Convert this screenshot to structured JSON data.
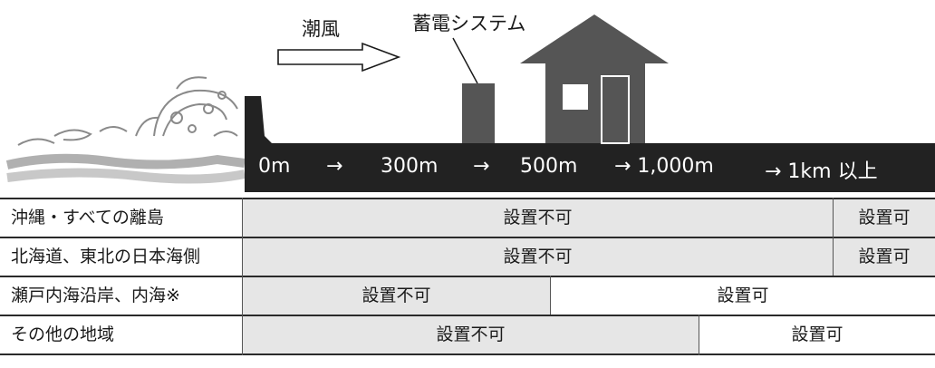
{
  "scene": {
    "wind_label": "潮風",
    "battery_label": "蓄電システム",
    "distance_ticks": [
      "0m",
      "→",
      "300m",
      "→",
      "500m",
      "→ 1,000m",
      "→ 1km 以上"
    ]
  },
  "table": {
    "rows": [
      {
        "region": "沖縄・すべての離島",
        "forbidden": "設置不可",
        "allowed": "設置可"
      },
      {
        "region": "北海道、東北の日本海側",
        "forbidden": "設置不可",
        "allowed": "設置可"
      },
      {
        "region": "瀬戸内海沿岸、内海※",
        "forbidden": "設置不可",
        "allowed": "設置可"
      },
      {
        "region": "その他の地域",
        "forbidden": "設置不可",
        "allowed": "設置可"
      }
    ]
  }
}
